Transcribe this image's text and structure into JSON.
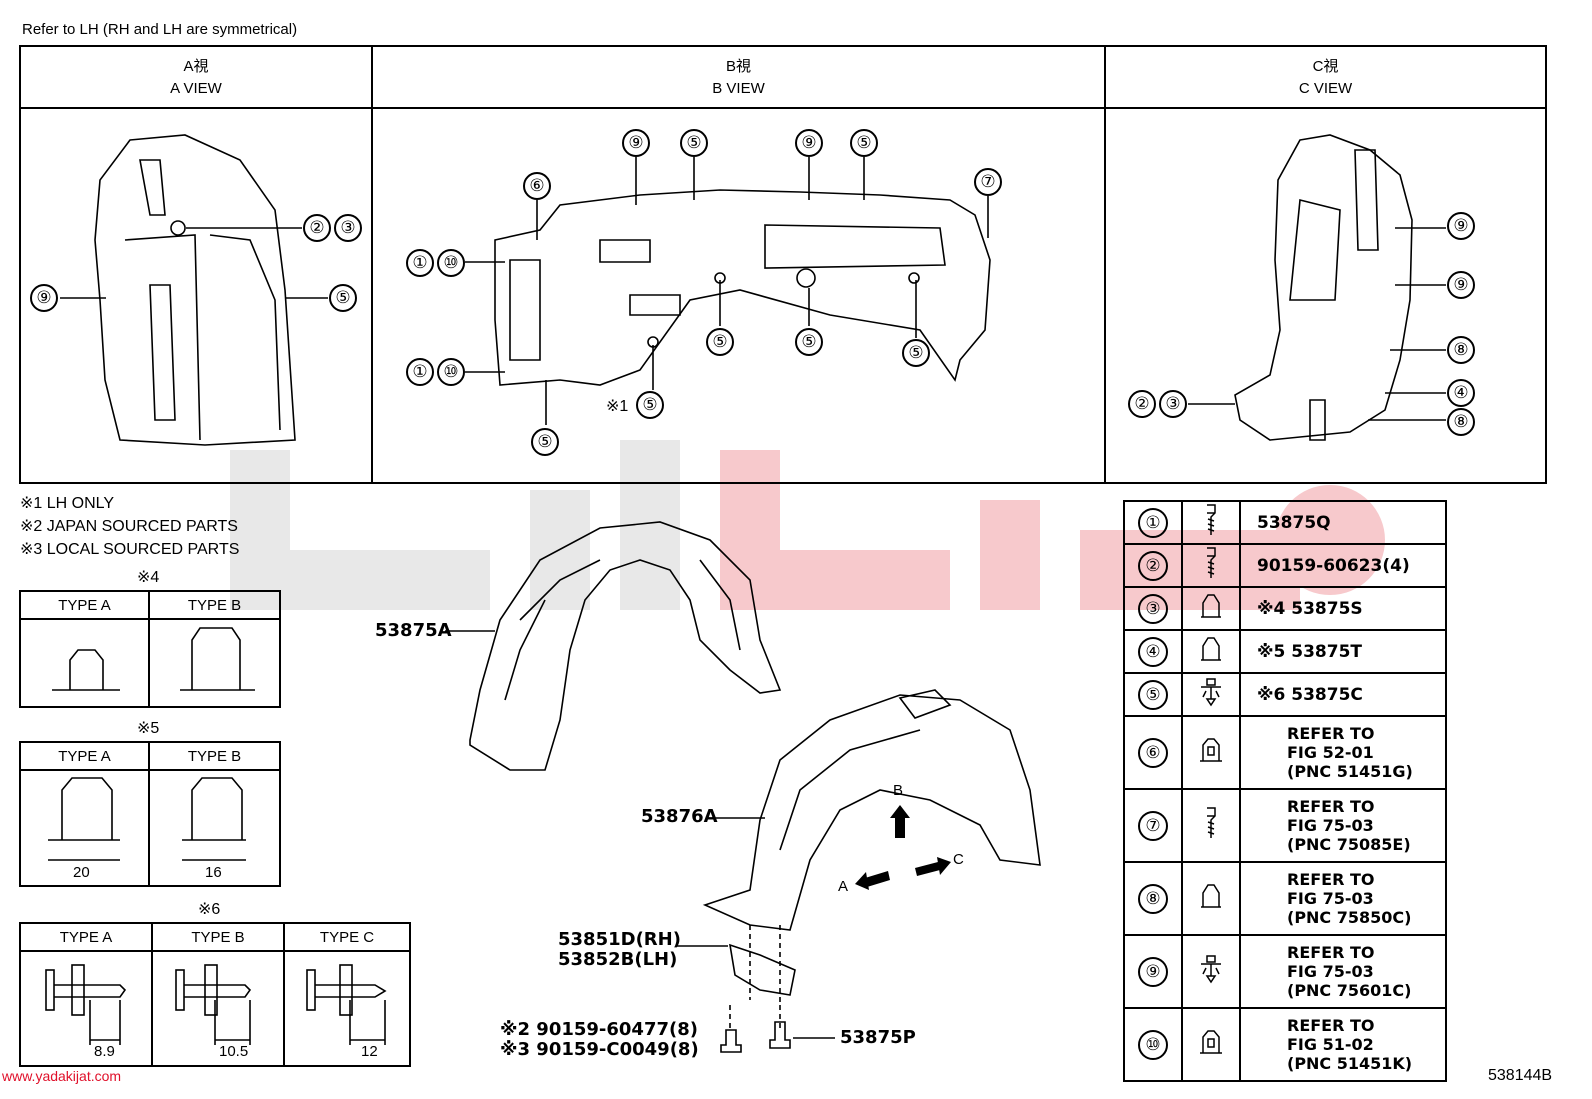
{
  "header_note": "Refer to LH (RH and LH are symmetrical)",
  "views": [
    {
      "jp": "A視",
      "en": "A VIEW"
    },
    {
      "jp": "B視",
      "en": "B VIEW"
    },
    {
      "jp": "C視",
      "en": "C VIEW"
    }
  ],
  "callouts": {
    "a_view": [
      "⑨",
      "②",
      "③",
      "⑤"
    ],
    "b_view": [
      "⑨",
      "⑤",
      "⑨",
      "⑤",
      "⑦",
      "⑥",
      "①",
      "⑩",
      "①",
      "⑩",
      "⑤",
      "⑤",
      "⑤",
      "※1",
      "⑤",
      "⑤"
    ],
    "c_view": [
      "⑨",
      "⑨",
      "⑧",
      "②",
      "③",
      "④",
      "⑧"
    ]
  },
  "notes": [
    "※1 LH ONLY",
    "※2 JAPAN SOURCED PARTS",
    "※3 LOCAL SOURCED PARTS"
  ],
  "clip_tables": [
    {
      "mark": "※4",
      "types": [
        "TYPE A",
        "TYPE B"
      ],
      "dims": []
    },
    {
      "mark": "※5",
      "types": [
        "TYPE A",
        "TYPE B"
      ],
      "dims": [
        "20",
        "16"
      ]
    },
    {
      "mark": "※6",
      "types": [
        "TYPE A",
        "TYPE B",
        "TYPE C"
      ],
      "dims": [
        "8.9",
        "10.5",
        "12"
      ]
    }
  ],
  "part_labels": {
    "upper_liner": "53875A",
    "lower_liner": "53876A",
    "bracket_rh": "53851D(RH)",
    "bracket_lh": "53852B(LH)",
    "bolt_jp": "※2 90159-60477(8)",
    "bolt_local": "※3 90159-C0049(8)",
    "screw": "53875P",
    "arrow_a": "A",
    "arrow_b": "B",
    "arrow_c": "C"
  },
  "parts_table": [
    {
      "num": "①",
      "icon": "screw-icon",
      "text": [
        "53875Q"
      ]
    },
    {
      "num": "②",
      "icon": "screw-icon",
      "text": [
        "90159-60623(4)"
      ]
    },
    {
      "num": "③",
      "icon": "clip-icon",
      "text": [
        "※4 53875S"
      ]
    },
    {
      "num": "④",
      "icon": "clip-icon",
      "text": [
        "※5 53875T"
      ]
    },
    {
      "num": "⑤",
      "icon": "push-clip-icon",
      "text": [
        "※6 53875C"
      ]
    },
    {
      "num": "⑥",
      "icon": "nut-clip-icon",
      "text": [
        "REFER TO",
        "FIG 52-01",
        "(PNC 51451G)"
      ]
    },
    {
      "num": "⑦",
      "icon": "screw-icon",
      "text": [
        "REFER TO",
        "FIG 75-03",
        "(PNC 75085E)"
      ]
    },
    {
      "num": "⑧",
      "icon": "clip-icon",
      "text": [
        "REFER TO",
        "FIG 75-03",
        "(PNC 75850C)"
      ]
    },
    {
      "num": "⑨",
      "icon": "push-clip-icon",
      "text": [
        "REFER TO",
        "FIG 75-03",
        "(PNC 75601C)"
      ]
    },
    {
      "num": "⑩",
      "icon": "nut-clip-icon",
      "text": [
        "REFER TO",
        "FIG 51-02",
        "(PNC 51451K)"
      ]
    }
  ],
  "diagram_code": "538144B",
  "watermark_url": "www.yadakijat.com"
}
